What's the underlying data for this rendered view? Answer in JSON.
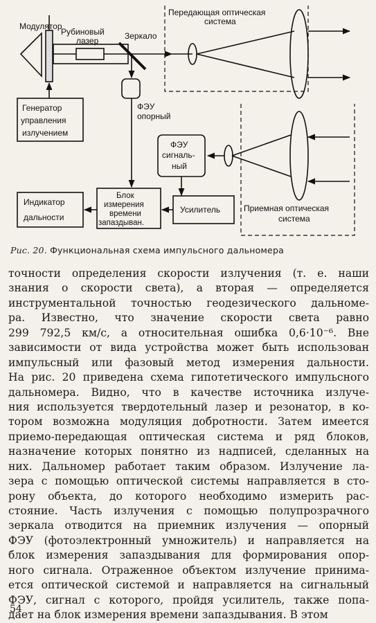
{
  "diagram": {
    "labels": {
      "modulator": "Модулятор",
      "ruby_laser_1": "Рубиновый",
      "ruby_laser_2": "лазер",
      "mirror": "Зеркало",
      "tx_optics_1": "Передающая оптическая",
      "tx_optics_2": "система",
      "generator_1": "Генератор",
      "generator_2": "управления",
      "generator_3": "излучением",
      "pmt_ref_1": "ФЭУ",
      "pmt_ref_2": "опорный",
      "pmt_sig_1": "ФЭУ",
      "pmt_sig_2": "сигналь-",
      "pmt_sig_3": "ный",
      "delay_1": "Блок",
      "delay_2": "измерения",
      "delay_3": "времени",
      "delay_4": "запаздыван.",
      "indicator_1": "Индикатор",
      "indicator_2": "дальности",
      "amplifier": "Усилитель",
      "rx_optics_1": "Приемная оптическая",
      "rx_optics_2": "система"
    }
  },
  "caption": {
    "prefix": "Рис. 20.",
    "text": "Функциональная схема импульсного дальномера"
  },
  "body": {
    "lines": [
      "точности определения скорости излучения (т. е. наши",
      "знания о скорости света), а вторая — определяется",
      "инструментальной точностью геодезического дальноме-",
      "ра. Известно, что значение скорости света равно",
      "299 792,5 км/с, а относительная ошибка 0,6·10⁻⁶. Вне",
      "зависимости от вида устройства может быть использован",
      "импульсный или фазовый метод измерения дальности.",
      "На рис. 20 приведена схема гипотетического импульсного",
      "дальномера. Видно, что в качестве источника излуче-",
      "ния используется твердотельный лазер и резонатор, в ко-",
      "тором возможна модуляция добротности. Затем имеется",
      "приемо-передающая оптическая система и ряд блоков,",
      "назначение которых понятно из надписей, сделанных на",
      "них. Дальномер работает таким образом. Излучение ла-",
      "зера с помощью оптической системы направляется в сто-",
      "рону объекта, до которого необходимо измерить рас-",
      "стояние. Часть излучения с помощью полупрозрачного",
      "зеркала отводится на приемник излучения — опорный",
      "ФЭУ (фотоэлектронный умножитель) и направляется на",
      "блок измерения запаздывания для формирования опор-",
      "ного сигнала. Отраженное объектом излучение принима-",
      "ется оптической системой и направляется на сигнальный",
      "ФЭУ, сигнал с которого, пройдя усилитель, также попа-",
      "дает на блок измерения времени запаздывания. В этом"
    ]
  },
  "page_number": "54"
}
